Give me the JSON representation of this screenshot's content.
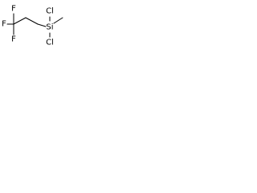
{
  "molecule": {
    "atoms": {
      "f_top": "F",
      "f_left": "F",
      "f_bottom": "F",
      "si": "Si",
      "cl_top": "Cl",
      "cl_bottom": "Cl"
    }
  }
}
